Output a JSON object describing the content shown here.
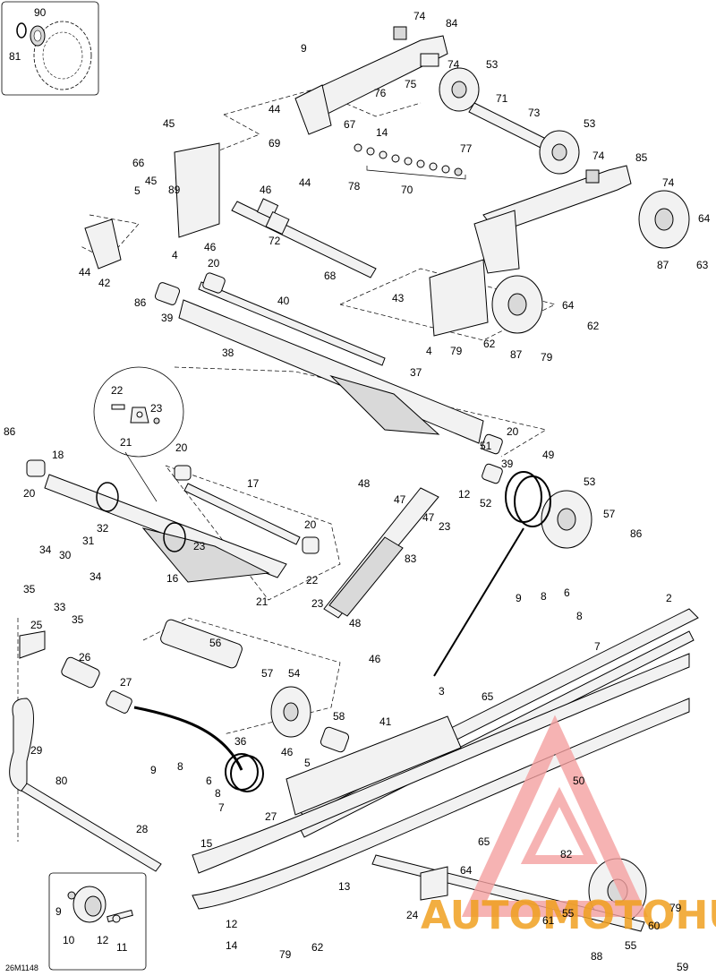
{
  "diagram": {
    "code": "26M1148",
    "watermark": {
      "text": "AUTOMOTOHUB",
      "color": "#f0a020",
      "logo_color": "#f4a0a0",
      "logo_letter": "A"
    },
    "callouts": [
      {
        "id": "c81",
        "label": "81"
      },
      {
        "id": "c90",
        "label": "90"
      },
      {
        "id": "c74a",
        "label": "74"
      },
      {
        "id": "c84",
        "label": "84"
      },
      {
        "id": "c9a",
        "label": "9"
      },
      {
        "id": "c74b",
        "label": "74"
      },
      {
        "id": "c53a",
        "label": "53"
      },
      {
        "id": "c75",
        "label": "75"
      },
      {
        "id": "c76",
        "label": "76"
      },
      {
        "id": "c71",
        "label": "71"
      },
      {
        "id": "c44a",
        "label": "44"
      },
      {
        "id": "c73",
        "label": "73"
      },
      {
        "id": "c67",
        "label": "67"
      },
      {
        "id": "c14a",
        "label": "14"
      },
      {
        "id": "c53b",
        "label": "53"
      },
      {
        "id": "c45a",
        "label": "45"
      },
      {
        "id": "c69",
        "label": "69"
      },
      {
        "id": "c77",
        "label": "77"
      },
      {
        "id": "c74c",
        "label": "74"
      },
      {
        "id": "c85",
        "label": "85"
      },
      {
        "id": "c66",
        "label": "66"
      },
      {
        "id": "c45b",
        "label": "45"
      },
      {
        "id": "c89",
        "label": "89"
      },
      {
        "id": "c46a",
        "label": "46"
      },
      {
        "id": "c44b",
        "label": "44"
      },
      {
        "id": "c78",
        "label": "78"
      },
      {
        "id": "c70",
        "label": "70"
      },
      {
        "id": "c74d",
        "label": "74"
      },
      {
        "id": "c5a",
        "label": "5"
      },
      {
        "id": "c46b",
        "label": "46"
      },
      {
        "id": "c72",
        "label": "72"
      },
      {
        "id": "c64a",
        "label": "64"
      },
      {
        "id": "c4a",
        "label": "4"
      },
      {
        "id": "c44c",
        "label": "44"
      },
      {
        "id": "c87a",
        "label": "87"
      },
      {
        "id": "c63",
        "label": "63"
      },
      {
        "id": "c42",
        "label": "42"
      },
      {
        "id": "c20a",
        "label": "20"
      },
      {
        "id": "c68",
        "label": "68"
      },
      {
        "id": "c86a",
        "label": "86"
      },
      {
        "id": "c40",
        "label": "40"
      },
      {
        "id": "c43",
        "label": "43"
      },
      {
        "id": "c39a",
        "label": "39"
      },
      {
        "id": "c64b",
        "label": "64"
      },
      {
        "id": "c62a",
        "label": "62"
      },
      {
        "id": "c38",
        "label": "38"
      },
      {
        "id": "c79a",
        "label": "79"
      },
      {
        "id": "c4b",
        "label": "4"
      },
      {
        "id": "c62b",
        "label": "62"
      },
      {
        "id": "c87b",
        "label": "87"
      },
      {
        "id": "c79b",
        "label": "79"
      },
      {
        "id": "c37",
        "label": "37"
      },
      {
        "id": "c22a",
        "label": "22"
      },
      {
        "id": "c23a",
        "label": "23"
      },
      {
        "id": "c21a",
        "label": "21"
      },
      {
        "id": "c20b",
        "label": "20"
      },
      {
        "id": "c86b",
        "label": "86"
      },
      {
        "id": "c18",
        "label": "18"
      },
      {
        "id": "c20c",
        "label": "20"
      },
      {
        "id": "c51",
        "label": "51"
      },
      {
        "id": "c49",
        "label": "49"
      },
      {
        "id": "c39b",
        "label": "39"
      },
      {
        "id": "c20d",
        "label": "20"
      },
      {
        "id": "c48a",
        "label": "48"
      },
      {
        "id": "c53c",
        "label": "53"
      },
      {
        "id": "c17",
        "label": "17"
      },
      {
        "id": "c47a",
        "label": "47"
      },
      {
        "id": "c12a",
        "label": "12"
      },
      {
        "id": "c52",
        "label": "52"
      },
      {
        "id": "c47b",
        "label": "47"
      },
      {
        "id": "c57a",
        "label": "57"
      },
      {
        "id": "c23b",
        "label": "23"
      },
      {
        "id": "c20e",
        "label": "20"
      },
      {
        "id": "c86c",
        "label": "86"
      },
      {
        "id": "c32",
        "label": "32"
      },
      {
        "id": "c34a",
        "label": "34"
      },
      {
        "id": "c31",
        "label": "31"
      },
      {
        "id": "c30",
        "label": "30"
      },
      {
        "id": "c23c",
        "label": "23"
      },
      {
        "id": "c83",
        "label": "83"
      },
      {
        "id": "c16",
        "label": "16"
      },
      {
        "id": "c22b",
        "label": "22"
      },
      {
        "id": "c34b",
        "label": "34"
      },
      {
        "id": "c35a",
        "label": "35"
      },
      {
        "id": "c33",
        "label": "33"
      },
      {
        "id": "c35b",
        "label": "35"
      },
      {
        "id": "c21b",
        "label": "21"
      },
      {
        "id": "c23d",
        "label": "23"
      },
      {
        "id": "c2",
        "label": "2"
      },
      {
        "id": "c9b",
        "label": "9"
      },
      {
        "id": "c8a",
        "label": "8"
      },
      {
        "id": "c6a",
        "label": "6"
      },
      {
        "id": "c8b",
        "label": "8"
      },
      {
        "id": "c48b",
        "label": "48"
      },
      {
        "id": "c25",
        "label": "25"
      },
      {
        "id": "c7a",
        "label": "7"
      },
      {
        "id": "c56",
        "label": "56"
      },
      {
        "id": "c26",
        "label": "26"
      },
      {
        "id": "c46c",
        "label": "46"
      },
      {
        "id": "c27a",
        "label": "27"
      },
      {
        "id": "c57b",
        "label": "57"
      },
      {
        "id": "c54",
        "label": "54"
      },
      {
        "id": "c3",
        "label": "3"
      },
      {
        "id": "c65a",
        "label": "65"
      },
      {
        "id": "c41",
        "label": "41"
      },
      {
        "id": "c58",
        "label": "58"
      },
      {
        "id": "c29",
        "label": "29"
      },
      {
        "id": "c36",
        "label": "36"
      },
      {
        "id": "c46d",
        "label": "46"
      },
      {
        "id": "c5b",
        "label": "5"
      },
      {
        "id": "c50",
        "label": "50"
      },
      {
        "id": "c9c",
        "label": "9"
      },
      {
        "id": "c8c",
        "label": "8"
      },
      {
        "id": "c6b",
        "label": "6"
      },
      {
        "id": "c80",
        "label": "80"
      },
      {
        "id": "c8d",
        "label": "8"
      },
      {
        "id": "c27b",
        "label": "27"
      },
      {
        "id": "c7b",
        "label": "7"
      },
      {
        "id": "c65b",
        "label": "65"
      },
      {
        "id": "c28",
        "label": "28"
      },
      {
        "id": "c15",
        "label": "15"
      },
      {
        "id": "c82",
        "label": "82"
      },
      {
        "id": "c64c",
        "label": "64"
      },
      {
        "id": "c13",
        "label": "13"
      },
      {
        "id": "c9d",
        "label": "9"
      },
      {
        "id": "c61",
        "label": "61"
      },
      {
        "id": "c24",
        "label": "24"
      },
      {
        "id": "c60",
        "label": "60"
      },
      {
        "id": "c79c",
        "label": "79"
      },
      {
        "id": "c55a",
        "label": "55"
      },
      {
        "id": "c10",
        "label": "10"
      },
      {
        "id": "c12b",
        "label": "12"
      },
      {
        "id": "c12c",
        "label": "12"
      },
      {
        "id": "c11",
        "label": "11"
      },
      {
        "id": "c14b",
        "label": "14"
      },
      {
        "id": "c79d",
        "label": "79"
      },
      {
        "id": "c62c",
        "label": "62"
      },
      {
        "id": "c88",
        "label": "88"
      },
      {
        "id": "c55b",
        "label": "55"
      },
      {
        "id": "c59",
        "label": "59"
      }
    ]
  }
}
